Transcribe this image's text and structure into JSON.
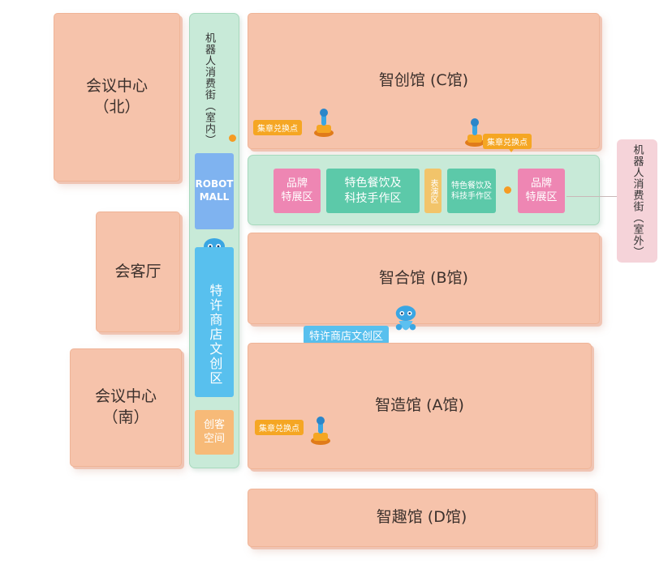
{
  "halls": {
    "convention_north": "会议中心\n（北）",
    "reception": "会客厅",
    "convention_south": "会议中心\n（南）",
    "hall_c": "智创馆 (C馆)",
    "hall_b": "智合馆 (B馆)",
    "hall_a": "智造馆 (A馆)",
    "hall_d": "智趣馆 (D馆)"
  },
  "indoor_street": {
    "title": "机器人消费街（室内）",
    "robot_mall": "ROBOT\nMALL",
    "franchise_store": "特许商店文创区",
    "creative_space": "创客\n空间"
  },
  "outdoor_street": {
    "title": "机器人消费街（室外）",
    "zones": [
      "品牌\n特展区",
      "特色餐饮及\n科技手作区",
      "表演区",
      "特色餐饮及\n科技手作区",
      "品牌\n特展区"
    ]
  },
  "pins": {
    "stamp_point": "集章兑换点",
    "franchise_store": "特许商店文创区"
  },
  "colors": {
    "hall": "#f6c3ab",
    "street": "#c8ead8",
    "brand": "#ee86b3",
    "food": "#5cc9a9",
    "stage": "#f2c46a",
    "robot_mall": "#7fb3f0",
    "franchise": "#58c0ee",
    "creative": "#f7ba78",
    "stamp_pin": "#f5a623",
    "outdoor_label": "#f5d3d9"
  }
}
